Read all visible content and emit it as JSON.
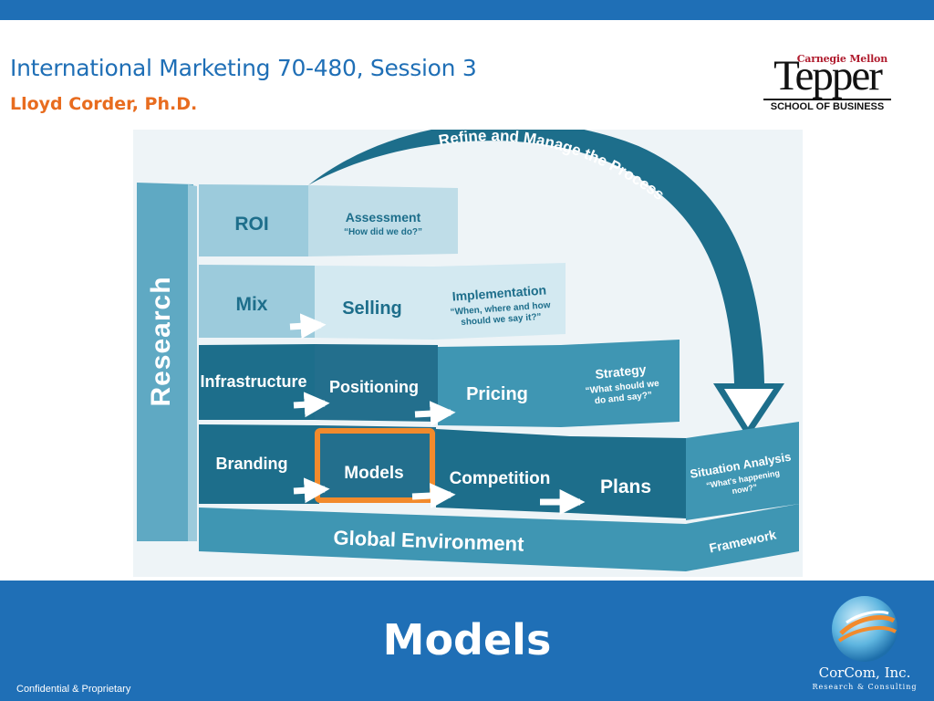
{
  "header": {
    "title": "International Marketing 70-480, Session 3",
    "subtitle": "Lloyd Corder, Ph.D."
  },
  "logo": {
    "top_text": "Carnegie Mellon",
    "name": "Tepper",
    "school": "SCHOOL OF BUSINESS"
  },
  "diagram": {
    "research": "Research",
    "arrow_label": "Refine and Manage the Process",
    "roi": "ROI",
    "assessment": "Assessment",
    "assessment_sub": "“How did we do?”",
    "mix": "Mix",
    "selling": "Selling",
    "implementation": "Implementation",
    "implementation_sub1": "“When, where and how",
    "implementation_sub2": "should we say it?”",
    "infrastructure": "Infrastructure",
    "positioning": "Positioning",
    "pricing": "Pricing",
    "strategy": "Strategy",
    "strategy_sub1": "“What should we",
    "strategy_sub2": "do and say?”",
    "branding": "Branding",
    "models": "Models",
    "competition": "Competition",
    "plans": "Plans",
    "situation": "Situation Analysis",
    "situation_sub1": "“What's happening",
    "situation_sub2": "now?”",
    "global": "Global Environment",
    "framework": "Framework",
    "colors": {
      "dark": "#1d6e8b",
      "mid": "#3f96b3",
      "light": "#a3cede",
      "lightest": "#d3e9f1",
      "highlight": "#f28a2c"
    }
  },
  "footer": {
    "title": "Models",
    "confidential": "Confidential & Proprietary",
    "company": "CorCom, Inc.",
    "company_tagline": "Research & Consulting"
  }
}
